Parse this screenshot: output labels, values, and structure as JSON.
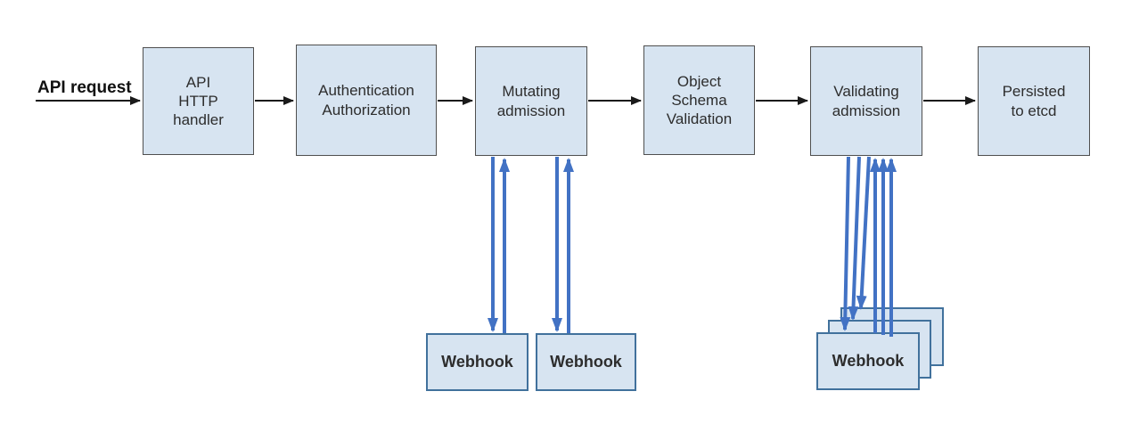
{
  "diagram": {
    "api_request_label": "API request",
    "nodes": [
      {
        "id": "api-http-handler",
        "label": "API\nHTTP\nhandler"
      },
      {
        "id": "authentication-authorization",
        "label": "Authentication\nAuthorization"
      },
      {
        "id": "mutating-admission",
        "label": "Mutating\nadmission"
      },
      {
        "id": "object-schema-validation",
        "label": "Object\nSchema\nValidation"
      },
      {
        "id": "validating-admission",
        "label": "Validating\nadmission"
      },
      {
        "id": "persisted-to-etcd",
        "label": "Persisted\nto etcd"
      }
    ],
    "webhooks": {
      "mutating": [
        "Webhook",
        "Webhook"
      ],
      "validating": [
        "Webhook",
        "Webhook",
        "Webhook"
      ]
    }
  },
  "colors": {
    "box-fill": "#d7e4f1",
    "box-border": "#4f4f4f",
    "webhook-border": "#41719c",
    "arrow-blue": "#4272c4",
    "line-black": "#1a1a1a",
    "text": "#2d2d2d",
    "bg": "#ffffff"
  }
}
